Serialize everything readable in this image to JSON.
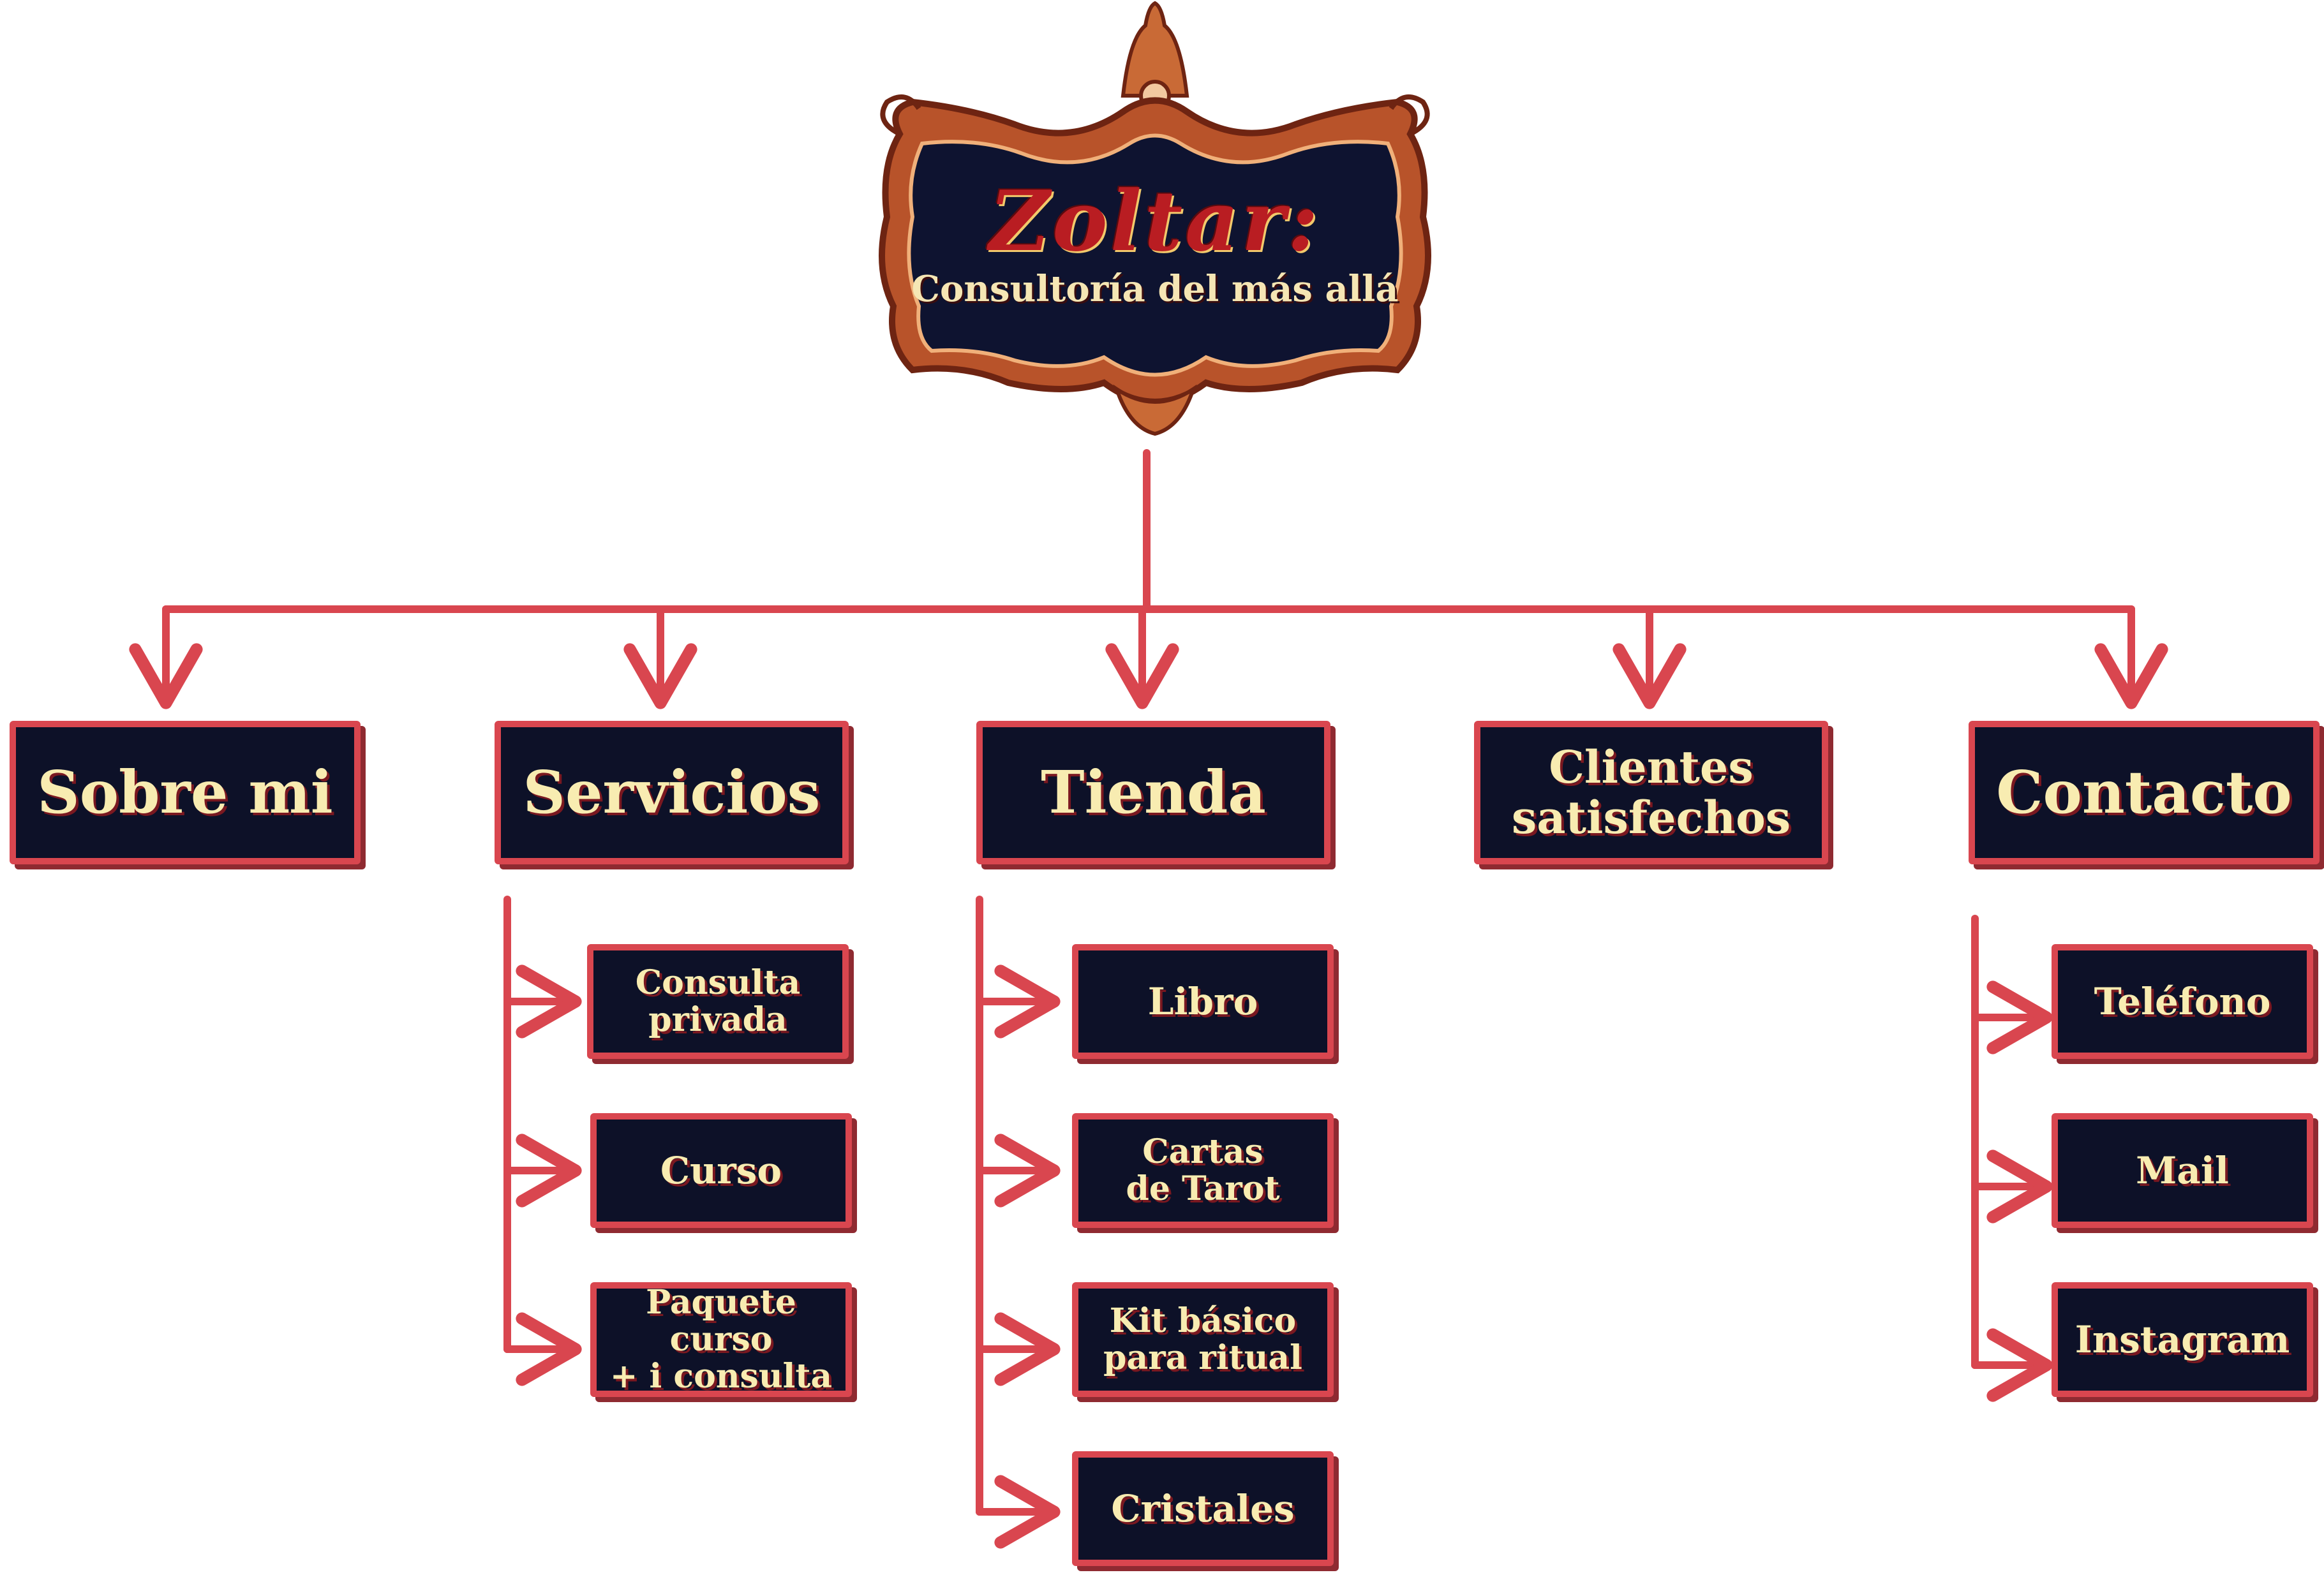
{
  "header": {
    "title": "Zoltar:",
    "subtitle": "Consultoría del más allá"
  },
  "sections": [
    {
      "label": "Sobre mi",
      "children": []
    },
    {
      "label": "Servicios",
      "children": [
        "Consulta\nprivada",
        "Curso",
        "Paquete curso\n+ i consulta"
      ]
    },
    {
      "label": "Tienda",
      "children": [
        "Libro",
        "Cartas\nde Tarot",
        "Kit básico\npara ritual",
        "Cristales"
      ]
    },
    {
      "label": "Clientes\nsatisfechos",
      "children": []
    },
    {
      "label": "Contacto",
      "children": [
        "Teléfono",
        "Mail",
        "Instagram"
      ]
    }
  ],
  "colors": {
    "connector": "#d9464f",
    "box_fill": "#0d1128",
    "box_border": "#d9464f",
    "text": "#f8ecb1",
    "frame": "#b8532a"
  }
}
